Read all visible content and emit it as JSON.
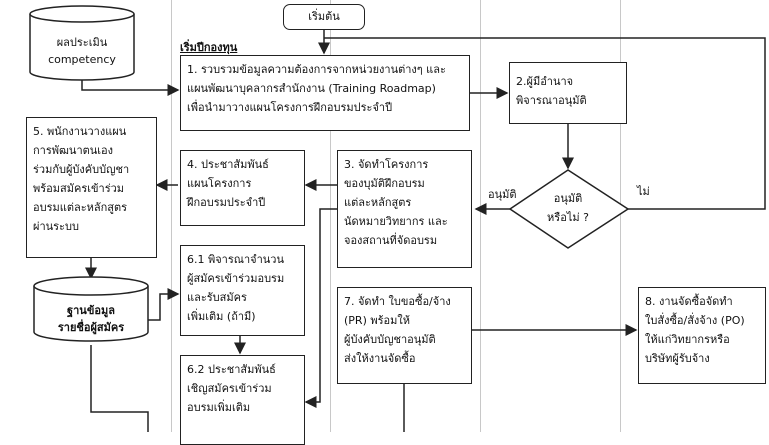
{
  "start": {
    "label": "เริ่มต้น"
  },
  "section_label": "เริ่มปีกองทุน",
  "db_competency": {
    "label": "ผลประเมิน\ncompetency"
  },
  "db_applicants": {
    "label": "ฐานข้อมูล\nรายชื่อผู้สมัคร"
  },
  "step1": {
    "label": "1. รวบรวมข้อมูลความต้องการจากหน่วยงานต่างๆ และ\nแผนพัฒนาบุคลากรสำนักงาน  (Training Roadmap)\nเพื่อนำมาวางแผนโครงการฝึกอบรมประจำปี"
  },
  "step2": {
    "label": "2.ผู้มีอำนาจ\nพิจารณาอนุมัติ"
  },
  "decision": {
    "label": "อนุมัติ\nหรือไม่ ?",
    "yes_label": "อนุมัติ",
    "no_label": "ไม่"
  },
  "step3": {
    "label": "3. จัดทำโครงการ\nของบุมัติฝึกอบรม\nแต่ละหลักสูตร\nนัดหมายวิทยากร และ\nจองสถานที่จัดอบรม"
  },
  "step4": {
    "label": "4. ประชาสัมพันธ์\nแผนโครงการ\nฝึกอบรมประจำปี"
  },
  "step5": {
    "label": "5. พนักงานวางแผน\nการพัฒนาตนเอง\nร่วมกับผู้บังคับบัญชา\nพร้อมสมัครเข้าร่วม\nอบรมแต่ละหลักสูตร\nผ่านระบบ"
  },
  "step61": {
    "label": "6.1 พิจารณาจำนวน\nผู้สมัครเข้าร่วมอบรม\nและรับสมัคร\nเพิ่มเติม (ถ้ามี)"
  },
  "step62": {
    "label": "6.2 ประชาสัมพันธ์\nเชิญสมัครเข้าร่วม\nอบรมเพิ่มเติม"
  },
  "step7": {
    "label": "7. จัดทำ ใบขอซื้อ/จ้าง\n(PR) พร้อมให้\nผู้บังคับบัญชาอนุมัติ\nส่งให้งานจัดซื้อ"
  },
  "step8": {
    "label": "8. งานจัดซื้อจัดทำ\nใบสั่งซื้อ/สั่งจ้าง (PO)\nให้แก่วิทยากรหรือ\nบริษัทผู้รับจ้าง"
  }
}
